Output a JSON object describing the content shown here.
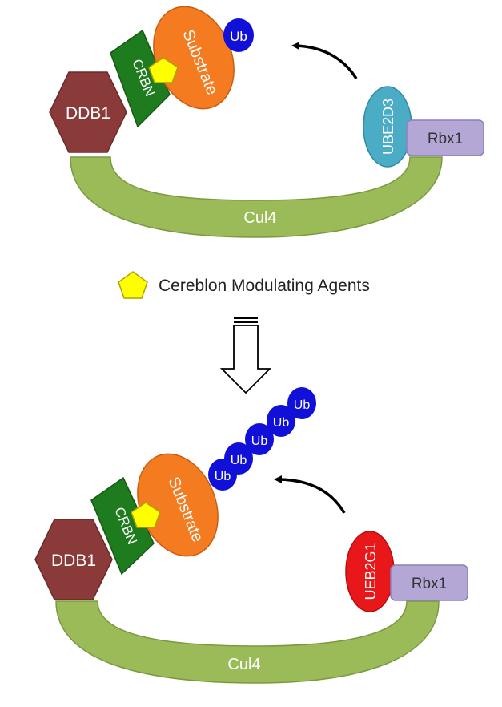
{
  "colors": {
    "cul4": "#9bbb59",
    "ddb1": "#8b3a3a",
    "crbn": "#1e7b1e",
    "substrate": "#f47b20",
    "ub": "#1010d8",
    "ube2d3": "#4bacc6",
    "ueb2g1": "#e8181a",
    "rbx1": "#b4a7d6",
    "drug": "#ffff00",
    "arrow": "#000000"
  },
  "top": {
    "ddb1": "DDB1",
    "crbn": "CRBN",
    "substrate": "Substrate",
    "ub": "Ub",
    "e2": "UBE2D3",
    "rbx1": "Rbx1",
    "cul4": "Cul4"
  },
  "legend": {
    "label": "Cereblon Modulating Agents",
    "icon": "pentagon-icon"
  },
  "bottom": {
    "ddb1": "DDB1",
    "crbn": "CRBN",
    "substrate": "Substrate",
    "ub_chain": [
      "Ub",
      "Ub",
      "Ub",
      "Ub",
      "Ub"
    ],
    "e2": "UEB2G1",
    "rbx1": "Rbx1",
    "cul4": "Cul4"
  }
}
